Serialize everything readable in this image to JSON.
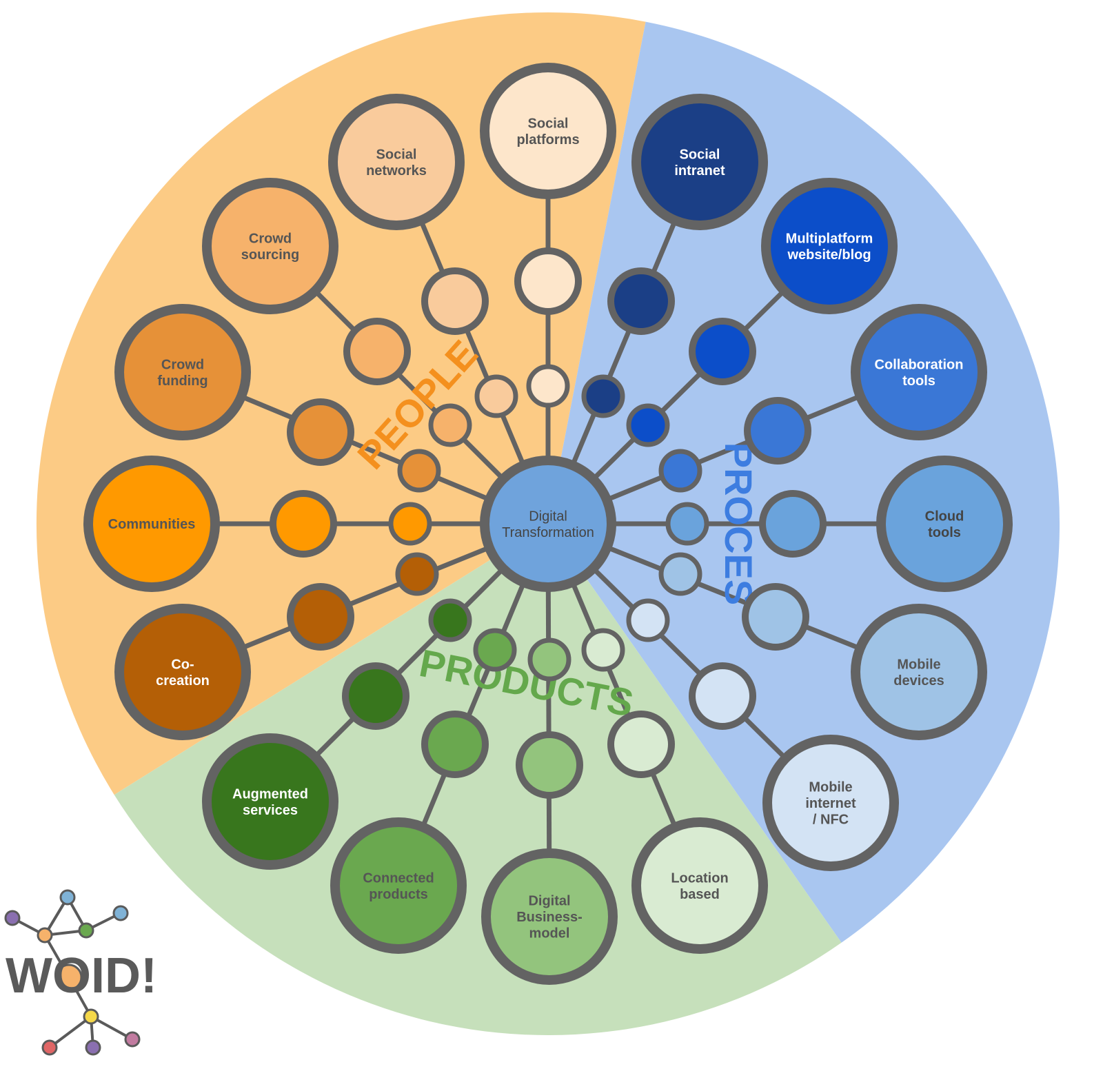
{
  "center": {
    "lines": [
      "Digital",
      "Transformation"
    ],
    "fill": "#6fa3dc"
  },
  "colors": {
    "people_sector": "#fccb85",
    "process_sector": "#a9c6f0",
    "products_sector": "#c6e0bb",
    "ring": "#636363",
    "people_label": "#f4901e",
    "process_label": "#3d7de0",
    "products_label": "#64a84c"
  },
  "sections": {
    "people": "PEOPLE",
    "process": "PROCES",
    "products": "PRODUCTS"
  },
  "nodes": [
    {
      "id": "social-platforms",
      "lines": [
        "Social",
        "platforms"
      ],
      "fill": "#fde6cb",
      "text": "#555555"
    },
    {
      "id": "social-intranet",
      "lines": [
        "Social",
        "intranet"
      ],
      "fill": "#1b3f86",
      "text": "#ffffff"
    },
    {
      "id": "multiplatform-website-blog",
      "lines": [
        "Multiplatform",
        "website/blog"
      ],
      "fill": "#0c4ec9",
      "text": "#ffffff"
    },
    {
      "id": "collaboration-tools",
      "lines": [
        "Collaboration",
        "tools"
      ],
      "fill": "#3a77d6",
      "text": "#ffffff"
    },
    {
      "id": "cloud-tools",
      "lines": [
        "Cloud",
        "tools"
      ],
      "fill": "#6aa3dc",
      "text": "#444444"
    },
    {
      "id": "mobile-devices",
      "lines": [
        "Mobile",
        "devices"
      ],
      "fill": "#9fc3e6",
      "text": "#555555"
    },
    {
      "id": "mobile-internet-nfc",
      "lines": [
        "Mobile",
        "internet",
        "/ NFC"
      ],
      "fill": "#d3e3f4",
      "text": "#555555"
    },
    {
      "id": "location-based",
      "lines": [
        "Location",
        "based"
      ],
      "fill": "#d9ebd2",
      "text": "#555555"
    },
    {
      "id": "digital-business-model",
      "lines": [
        "Digital",
        "Business-",
        "model"
      ],
      "fill": "#93c47d",
      "text": "#555555"
    },
    {
      "id": "connected-products",
      "lines": [
        "Connected",
        "products"
      ],
      "fill": "#6aa84f",
      "text": "#555555"
    },
    {
      "id": "augmented-services",
      "lines": [
        "Augmented",
        "services"
      ],
      "fill": "#38761d",
      "text": "#ffffff"
    },
    {
      "id": "co-creation",
      "lines": [
        "Co-",
        "creation"
      ],
      "fill": "#b45f06",
      "text": "#ffffff"
    },
    {
      "id": "communities",
      "lines": [
        "Communities"
      ],
      "fill": "#ff9900",
      "text": "#555555"
    },
    {
      "id": "crowd-funding",
      "lines": [
        "Crowd",
        "funding"
      ],
      "fill": "#e69138",
      "text": "#555555"
    },
    {
      "id": "crowd-sourcing",
      "lines": [
        "Crowd",
        "sourcing"
      ],
      "fill": "#f6b26b",
      "text": "#555555"
    },
    {
      "id": "social-networks",
      "lines": [
        "Social",
        "networks"
      ],
      "fill": "#f9cb9c",
      "text": "#555555"
    }
  ],
  "logo": {
    "text": "WOID!"
  }
}
